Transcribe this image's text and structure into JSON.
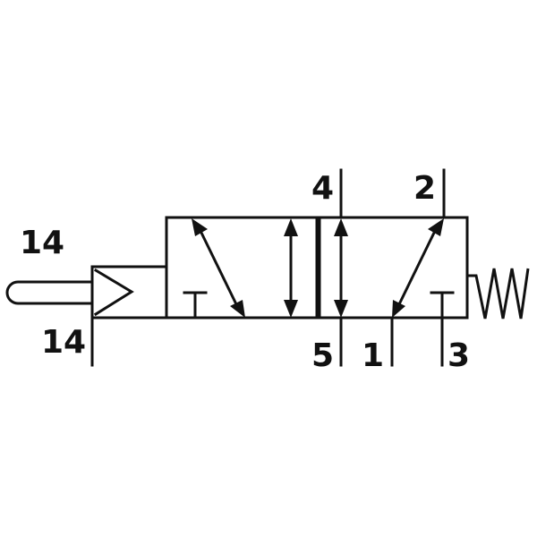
{
  "labels": {
    "pilot_top": "14",
    "pilot_bottom": "14",
    "port_4": "4",
    "port_2": "2",
    "port_5": "5",
    "port_1": "1",
    "port_3": "3"
  },
  "colors": {
    "stroke": "#111111",
    "background": "#ffffff"
  }
}
